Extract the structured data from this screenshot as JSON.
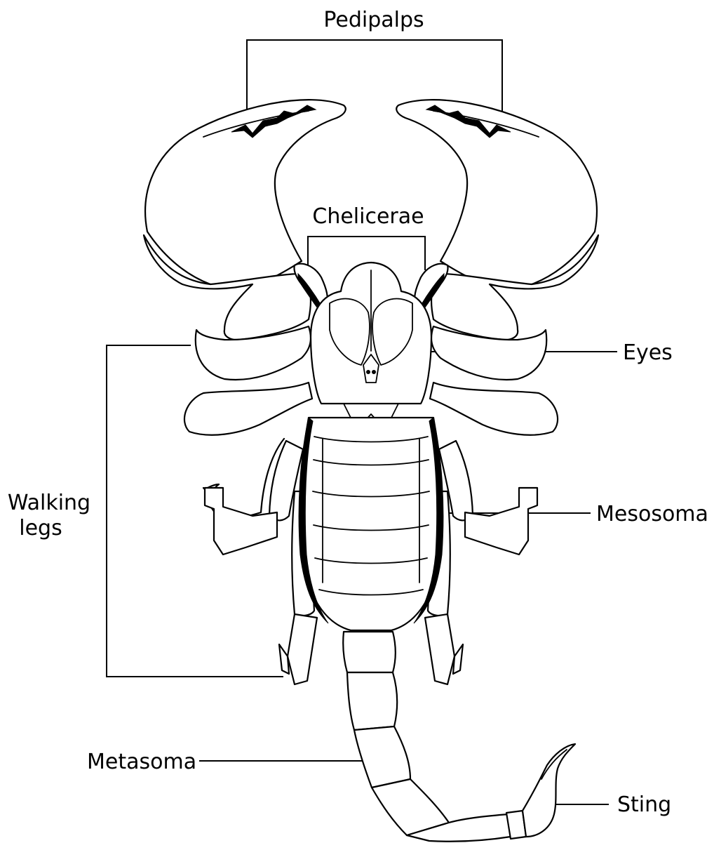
{
  "labels": {
    "pedipalps": "Pedipalps",
    "chelicerae": "Chelicerae",
    "eyes": "Eyes",
    "walking_legs_line1": "Walking",
    "walking_legs_line2": "legs",
    "mesosoma": "Mesosoma",
    "metasoma": "Metasoma",
    "sting": "Sting"
  },
  "colors": {
    "line": "#000000",
    "background": "#ffffff"
  }
}
